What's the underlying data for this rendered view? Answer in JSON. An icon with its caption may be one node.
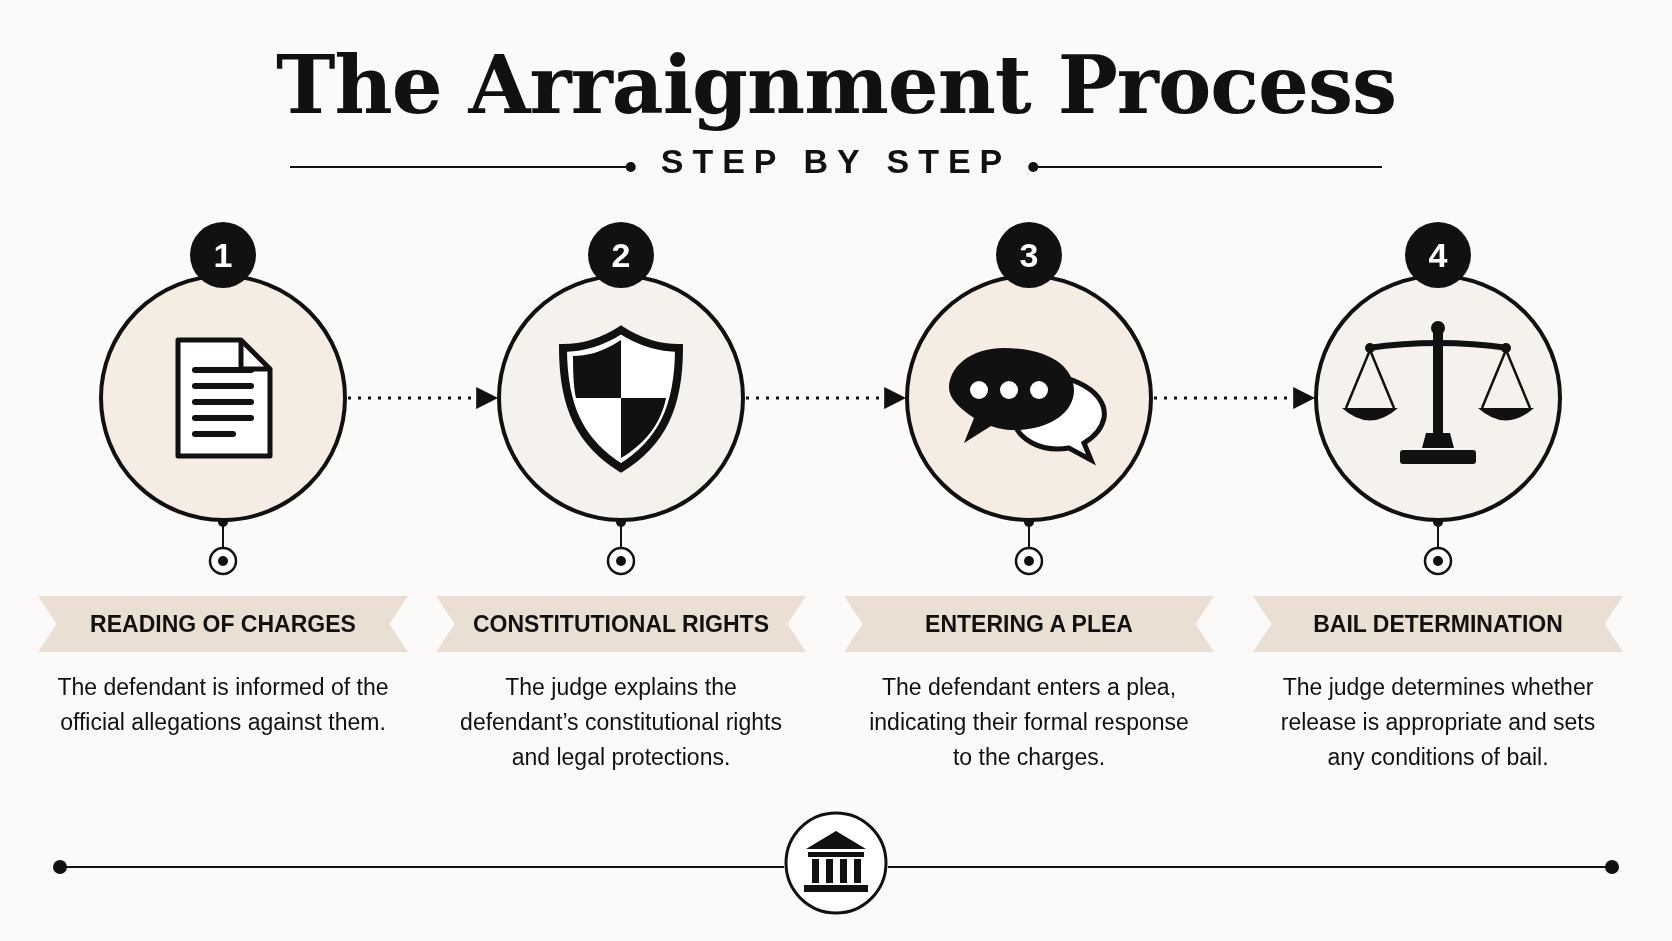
{
  "diagram": {
    "title": "The Arraignment Process",
    "nodes": [
      {
        "text": [
          "1"
        ],
        "beside": [
          "READING OF CHARGES",
          "The defendant is informed of the official allegations against them."
        ]
      },
      {
        "text": [
          "2"
        ],
        "beside": [
          "CONSTITUTIONAL RIGHTS",
          "The judge explains the defendant’s constitutional rights and legal protections."
        ]
      },
      {
        "text": [
          "3"
        ],
        "beside": [
          "ENTERING A PLEA",
          "The defendant enters a plea, indicating their formal response to the charges."
        ]
      },
      {
        "text": [
          "4"
        ],
        "beside": [
          "BAIL DETERMINATION",
          "The judge determines whether release is appropriate and sets any conditions of bail."
        ]
      }
    ],
    "edges": [
      {
        "from": 0,
        "to": 1,
        "arrow": "to",
        "style": "dashed"
      },
      {
        "from": 1,
        "to": 2,
        "arrow": "to",
        "style": "dashed"
      },
      {
        "from": 2,
        "to": 3,
        "arrow": "to",
        "style": "dashed"
      }
    ],
    "labels": [
      "STEP BY STEP"
    ]
  }
}
